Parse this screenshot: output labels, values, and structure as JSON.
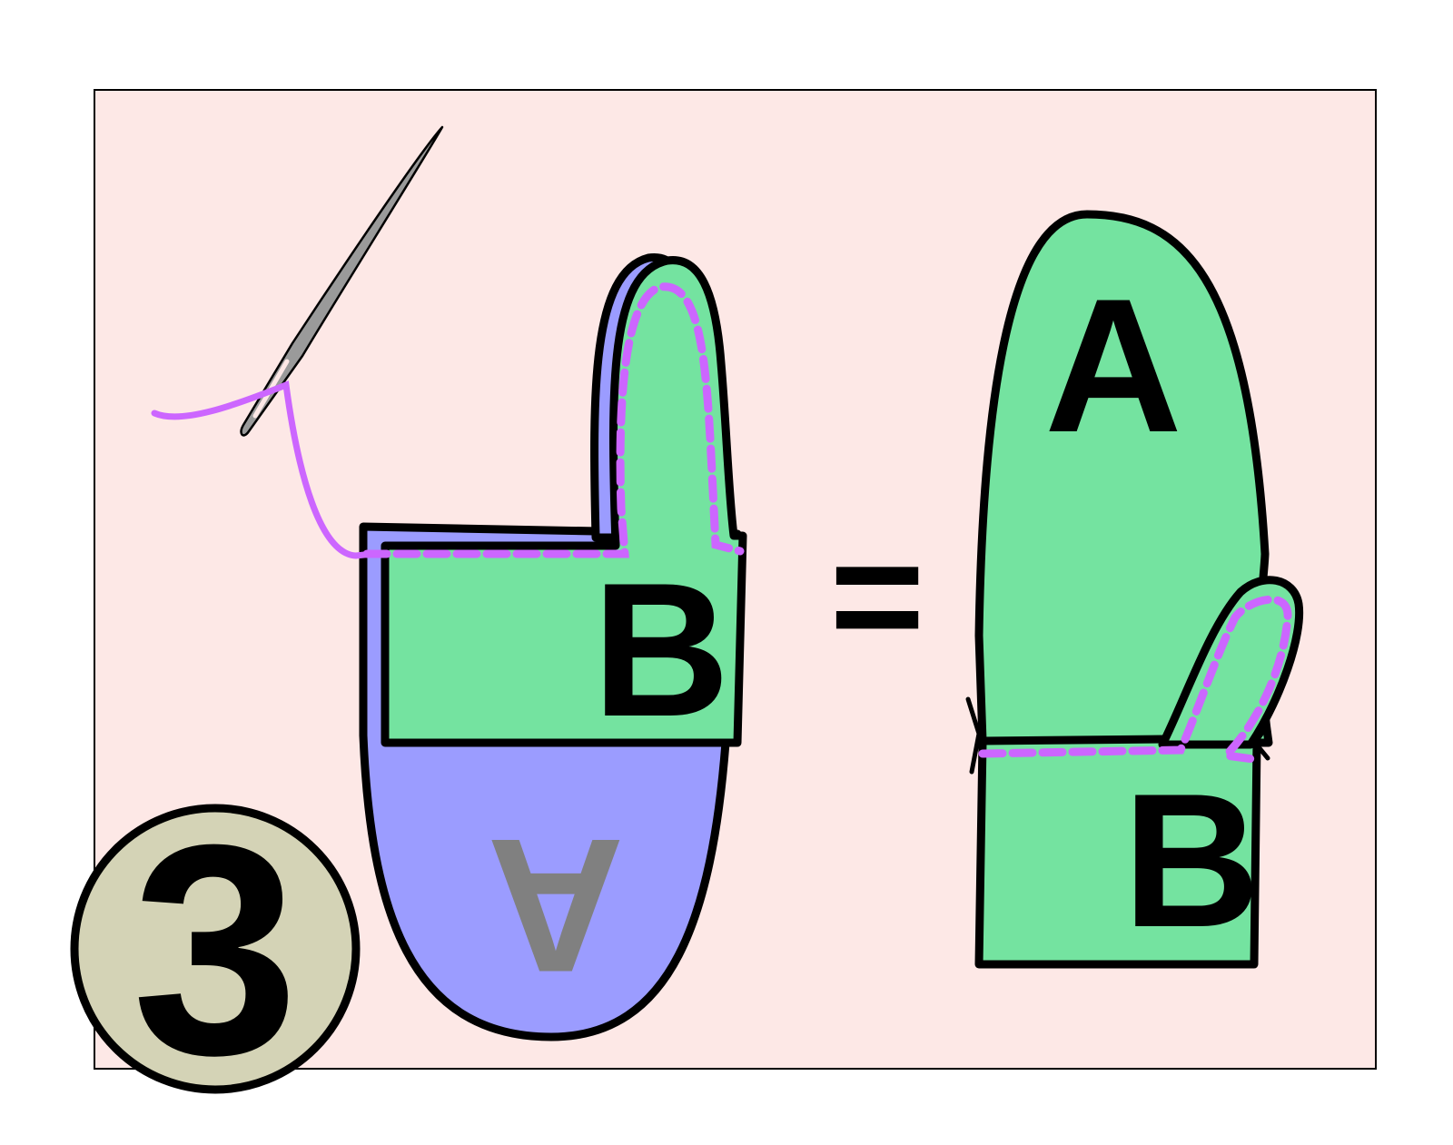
{
  "step": {
    "number": "3"
  },
  "left_figure": {
    "piece_front_label": "B",
    "piece_back_label": "A"
  },
  "operator": {
    "symbol": "="
  },
  "right_figure": {
    "mitten_body_label": "A",
    "cuff_label": "B"
  },
  "colors": {
    "panel_background": "#fde8e6",
    "fabric_green": "#74e3a0",
    "fabric_purple": "#9b9cff",
    "thread": "#cc66ff",
    "needle": "#9a9a9a",
    "step_badge": "#d4d3b6",
    "mirrored_label": "#808080"
  }
}
